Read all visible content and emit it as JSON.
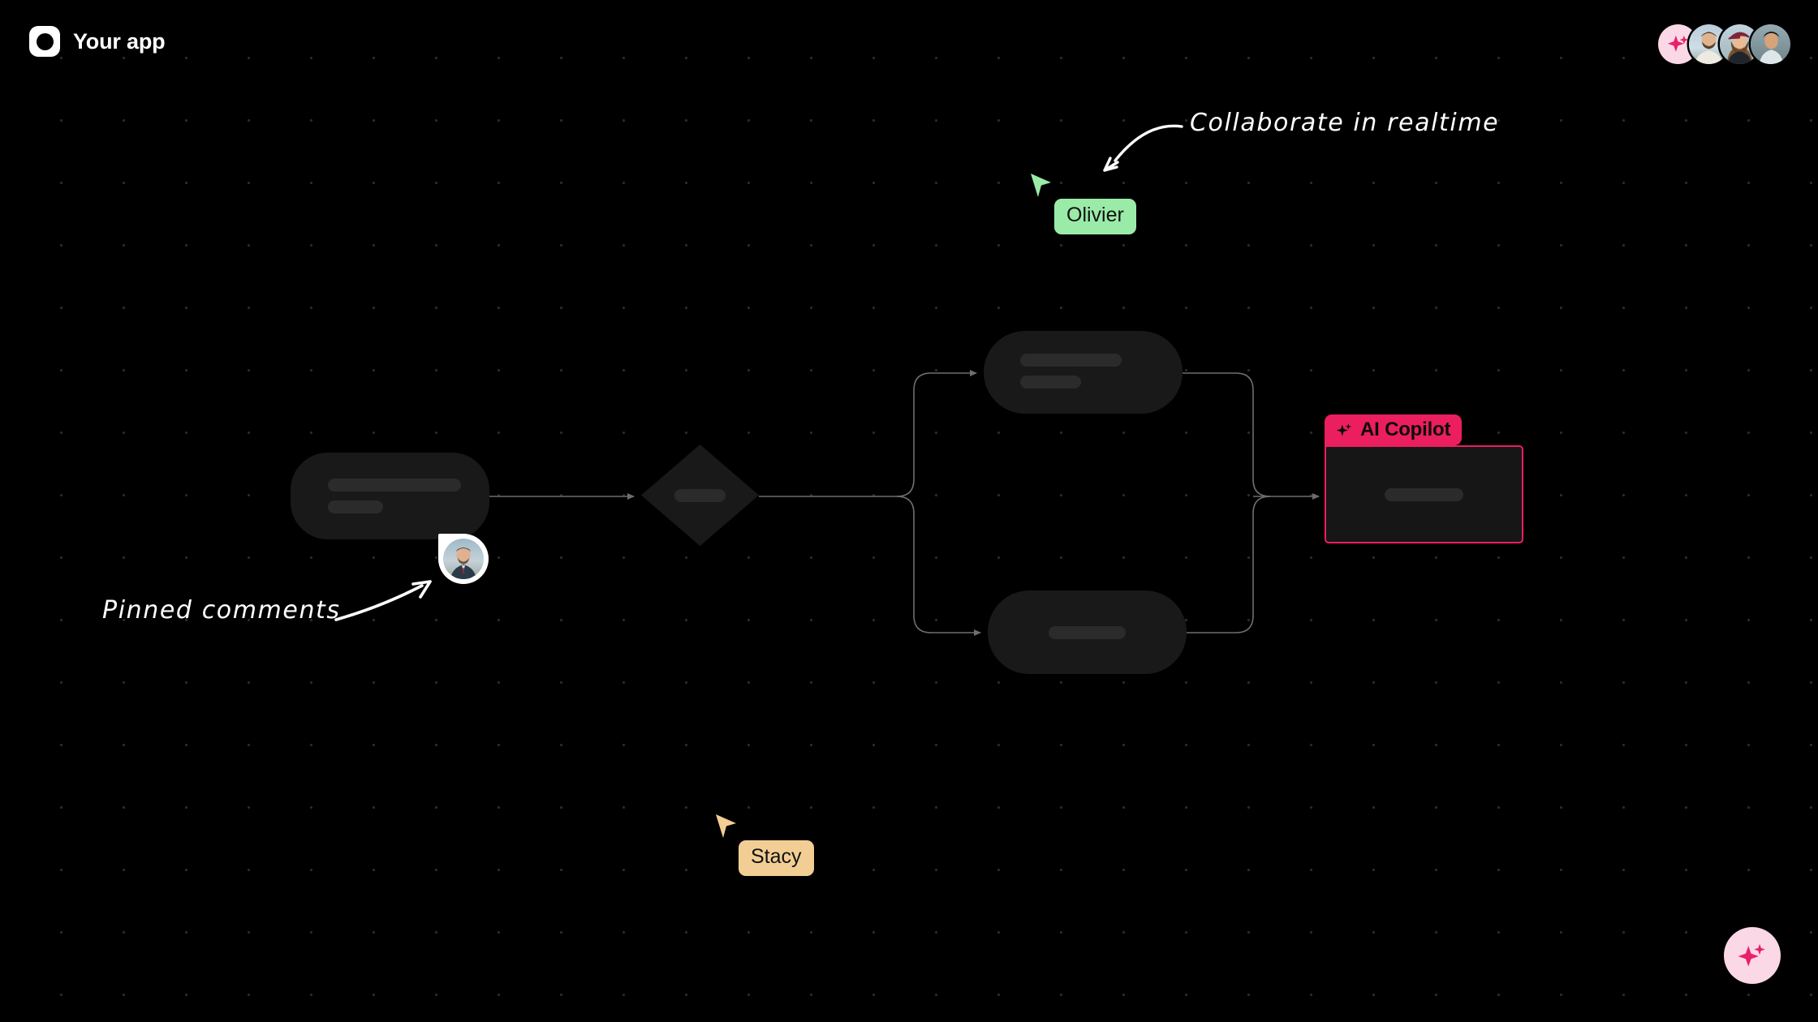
{
  "header": {
    "brand_title": "Your app",
    "logo_icon": "app-logo-icon"
  },
  "avatars": [
    {
      "name": "ai-sparkle-avatar",
      "type": "sparkle",
      "color": "#FBD8E6",
      "accent": "#E8216A"
    },
    {
      "name": "collaborator-avatar-1",
      "type": "photo"
    },
    {
      "name": "collaborator-avatar-2",
      "type": "photo"
    },
    {
      "name": "collaborator-avatar-3",
      "type": "photo"
    }
  ],
  "flow": {
    "nodes": [
      {
        "id": "start",
        "shape": "rounded-rect",
        "placeholder_bars": 2
      },
      {
        "id": "decision",
        "shape": "diamond",
        "placeholder_bars": 1
      },
      {
        "id": "branch-top",
        "shape": "pill",
        "placeholder_bars": 2
      },
      {
        "id": "branch-bottom",
        "shape": "pill",
        "placeholder_bars": 1
      },
      {
        "id": "copilot",
        "shape": "rect",
        "placeholder_bars": 1
      }
    ],
    "node_fill": "#191919",
    "placeholder_fill": "#2b2b2b",
    "connector_color": "#6e6e6e"
  },
  "copilot": {
    "tab_label": "AI Copilot",
    "tab_icon": "sparkle-icon",
    "tab_color": "#EB1E5F",
    "body_fill": "#161616"
  },
  "cursors": [
    {
      "name": "Olivier",
      "color": "#9AEBA8"
    },
    {
      "name": "Stacy",
      "color": "#F3CE94"
    }
  ],
  "annotations": [
    {
      "id": "collaborate",
      "text": "Collaborate in realtime"
    },
    {
      "id": "pinned",
      "text": "Pinned comments"
    }
  ],
  "comment_pin": {
    "name": "pinned-comment-avatar"
  },
  "fab": {
    "icon": "sparkle-icon",
    "background": "#FBD8E6",
    "accent": "#E8216A"
  }
}
